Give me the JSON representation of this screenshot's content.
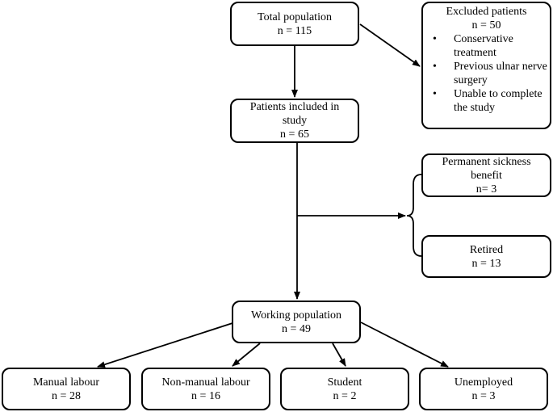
{
  "total": {
    "title": "Total population",
    "count": "n = 115"
  },
  "excluded": {
    "title": "Excluded patients",
    "count": "n = 50",
    "reasons": [
      "Conservative treatment",
      "Previous ulnar nerve surgery",
      "Unable to complete the study"
    ]
  },
  "included": {
    "title": "Patients included in study",
    "count": "n = 65"
  },
  "sickness": {
    "title": "Permanent sickness benefit",
    "count": "n= 3"
  },
  "retired": {
    "title": "Retired",
    "count": "n = 13"
  },
  "working": {
    "title": "Working population",
    "count": "n = 49"
  },
  "groups": {
    "manual": {
      "title": "Manual labour",
      "count": "n = 28"
    },
    "nonmanual": {
      "title": "Non-manual labour",
      "count": "n = 16"
    },
    "student": {
      "title": "Student",
      "count": "n = 2"
    },
    "unemployed": {
      "title": "Unemployed",
      "count": "n = 3"
    }
  }
}
